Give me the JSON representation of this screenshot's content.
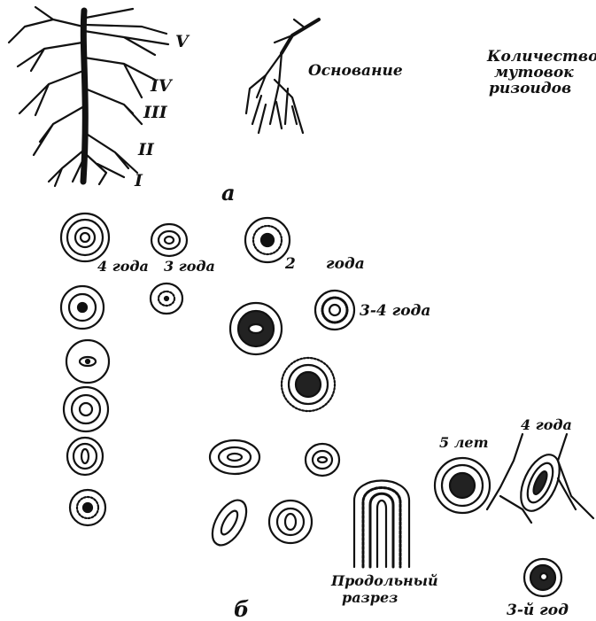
{
  "part_a": {
    "whorl_numerals": [
      "V",
      "IV",
      "III",
      "II",
      "I"
    ],
    "base_label": "Основание",
    "count_label_lines": [
      "Количество",
      "мутовок",
      "ризоидов"
    ],
    "part_letter": "а"
  },
  "part_b": {
    "part_letter": "б",
    "labels": {
      "four_years": "4 года",
      "three_years": "3 года",
      "two": "2",
      "years": "года",
      "three_four_years": "3-4 года",
      "five_years": "5 лет",
      "four_years_right": "4 года",
      "longitudinal_line1": "Продольный",
      "longitudinal_line2": "разрез",
      "third_year": "3-й год"
    }
  }
}
